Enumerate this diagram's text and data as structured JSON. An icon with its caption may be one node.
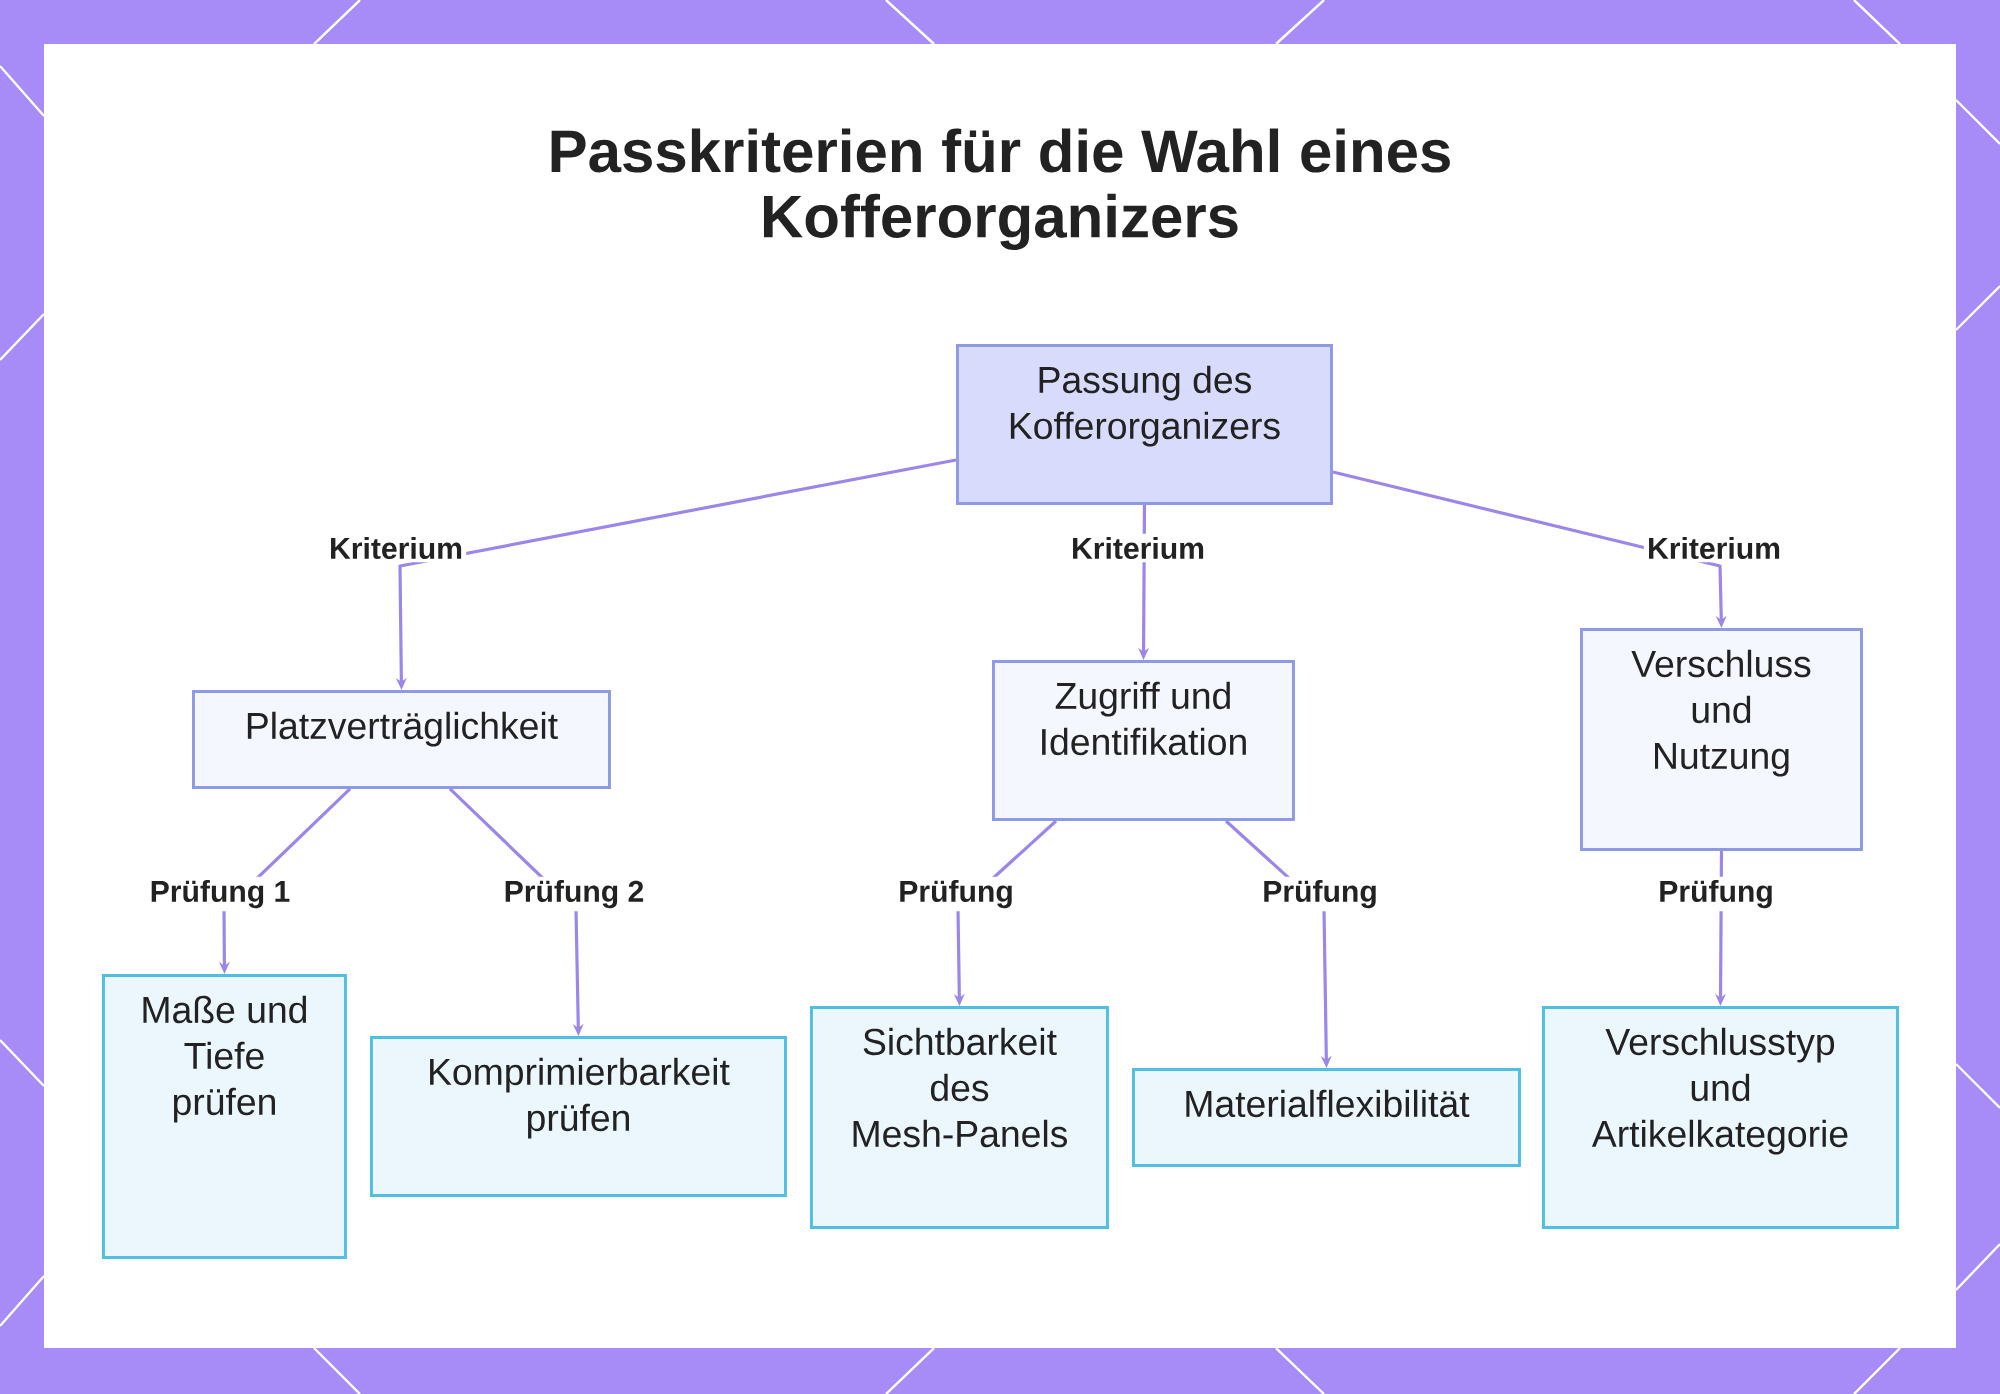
{
  "diagram": {
    "title": "Passkriterien für die Wahl eines Kofferorganizers",
    "nodes": [
      {
        "text": [
          "Passung des Kofferorganizers"
        ]
      },
      {
        "text": [
          "Platzverträglichkeit"
        ]
      },
      {
        "text": [
          "Zugriff und Identifikation"
        ]
      },
      {
        "text": [
          "Verschluss und Nutzung"
        ]
      },
      {
        "text": [
          "Maße und Tiefe prüfen"
        ]
      },
      {
        "text": [
          "Komprimierbarkeit prüfen"
        ]
      },
      {
        "text": [
          "Sichtbarkeit des Mesh-Panels"
        ]
      },
      {
        "text": [
          "Materialflexibilität"
        ]
      },
      {
        "text": [
          "Verschlusstyp und Artikelkategorie"
        ]
      }
    ],
    "edges": [
      {
        "from": 0,
        "to": 1,
        "arrow": "to",
        "label": "Kriterium"
      },
      {
        "from": 0,
        "to": 2,
        "arrow": "to",
        "label": "Kriterium"
      },
      {
        "from": 0,
        "to": 3,
        "arrow": "to",
        "label": "Kriterium"
      },
      {
        "from": 1,
        "to": 4,
        "arrow": "to",
        "label": "Prüfung 1"
      },
      {
        "from": 1,
        "to": 5,
        "arrow": "to",
        "label": "Prüfung 2"
      },
      {
        "from": 2,
        "to": 6,
        "arrow": "to",
        "label": "Prüfung"
      },
      {
        "from": 2,
        "to": 7,
        "arrow": "to",
        "label": "Prüfung"
      },
      {
        "from": 3,
        "to": 8,
        "arrow": "to",
        "label": "Prüfung"
      }
    ]
  }
}
